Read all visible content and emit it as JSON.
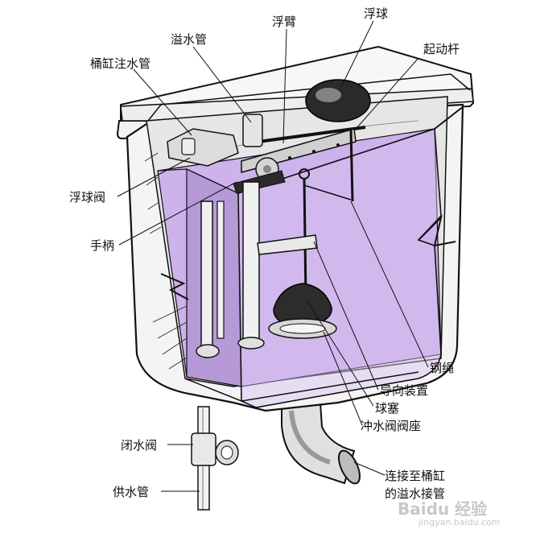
{
  "labels": {
    "overflow_pipe": "溢水管",
    "float_arm": "浮臂",
    "float_ball": "浮球",
    "starter_rod": "起动杆",
    "bowl_fill_pipe": "桶缸注水管",
    "float_valve": "浮球阀",
    "handle": "手柄",
    "steel_rope": "钢绳",
    "guide_device": "导向装置",
    "ball_plug": "球塞",
    "flush_valve_seat": "冲水阀阀座",
    "shutoff_valve": "闭水阀",
    "supply_pipe": "供水管",
    "connect_line1": "连接至桶缸",
    "connect_line2": "的溢水接管"
  },
  "watermark": {
    "brand": "Baidu 经验",
    "url": "jingyan.baidu.com"
  },
  "colors": {
    "water": "#cdb2ec",
    "water_dark": "#b69ad8",
    "line": "#111111",
    "tank": "#f4f4f4"
  }
}
